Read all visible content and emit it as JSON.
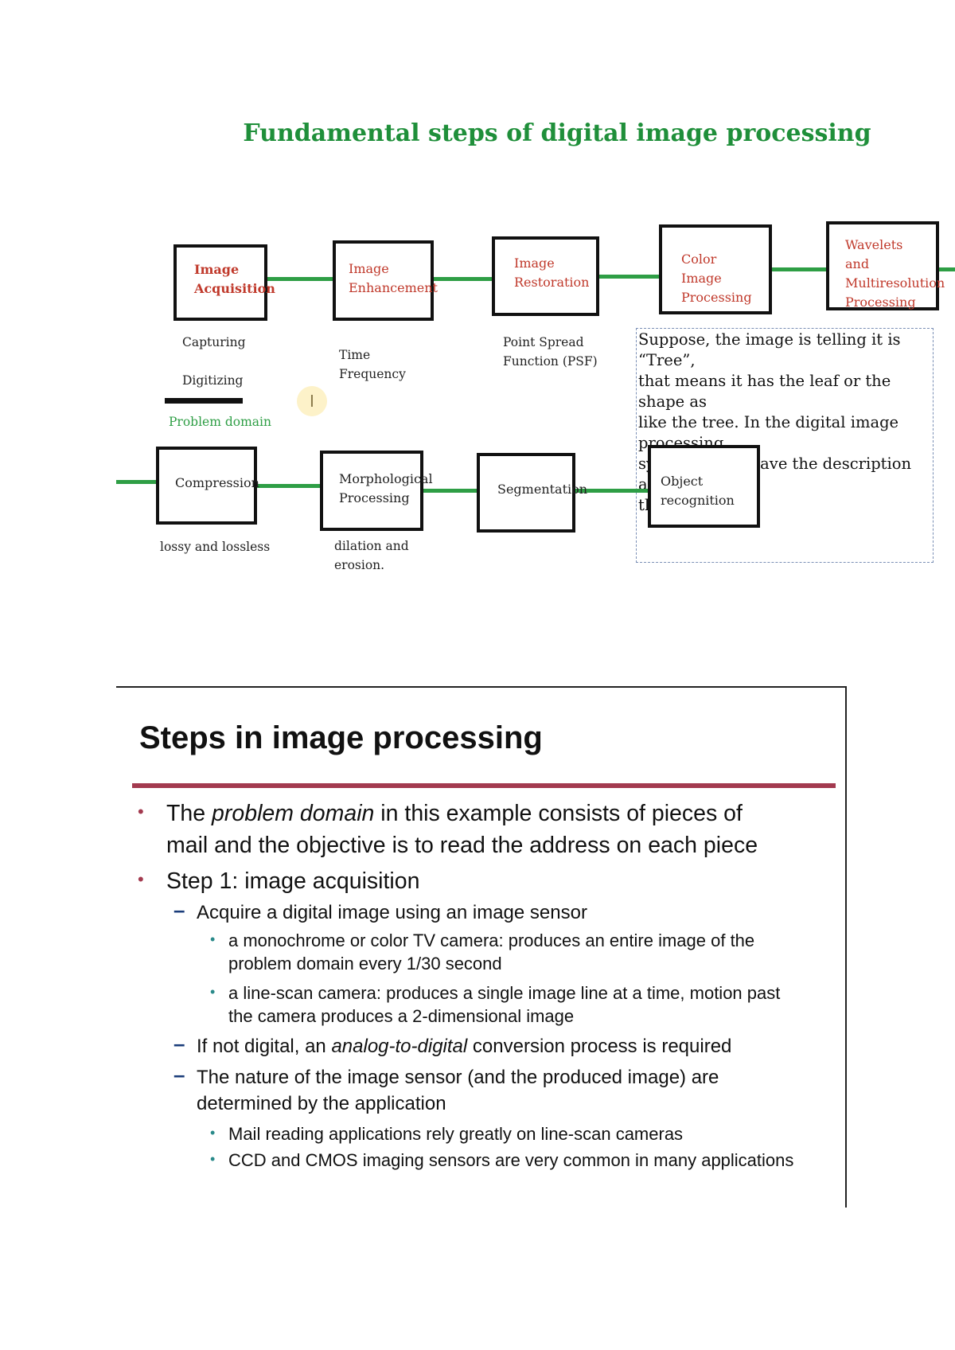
{
  "diagram": {
    "title": "Fundamental steps of digital image processing",
    "steps_row1": [
      {
        "label_line1": "Image",
        "label_line2": "Acquisition"
      },
      {
        "label_line1": "Image",
        "label_line2": "Enhancement"
      },
      {
        "label_line1": "Image",
        "label_line2": "Restoration"
      },
      {
        "label_line1": "Color Image",
        "label_line2": "Processing"
      },
      {
        "label_line1": "Wavelets and",
        "label_line2": "Multiresolution",
        "label_line3": "Processing"
      }
    ],
    "steps_row2": [
      {
        "label_line1": "Compression"
      },
      {
        "label_line1": "Morphological",
        "label_line2": "Processing"
      },
      {
        "label_line1": "Segmentation"
      },
      {
        "label_line1": "Object recognition"
      }
    ],
    "captions": {
      "capturing": "Capturing",
      "digitizing": "Digitizing",
      "problem_domain": "Problem domain",
      "time": "Time",
      "frequency": "Frequency",
      "psf_line1": "Point Spread",
      "psf_line2": "Function (PSF)",
      "lossy": "lossy and lossless",
      "dilation_line1": "dilation and",
      "dilation_line2": "erosion."
    },
    "note_lines": [
      "Suppose, the image is telling it is “Tree”,",
      "that means it has the leaf or the shape as",
      "like the tree. In the digital image processing",
      "system, it will save the description among",
      "the image."
    ],
    "cursor_glyph": "I",
    "colors": {
      "title_green": "#1f8f3a",
      "connector_green": "#2e9e45",
      "label_red": "#c0392b"
    }
  },
  "slide": {
    "title": "Steps in image processing",
    "b1_line1_pre": "The ",
    "b1_line1_em": "problem domain",
    "b1_line1_post": " in this example consists of pieces of",
    "b1_line2": "mail and the objective is to read the address on each piece",
    "b2": "Step 1: image acquisition",
    "s1": "Acquire a digital image using an image sensor",
    "s1a_line1": "a monochrome or color TV camera: produces an entire image of the",
    "s1a_line2": "problem domain every 1/30 second",
    "s1b_line1": "a line-scan camera: produces a single image line at a time, motion past",
    "s1b_line2": "the camera produces a 2-dimensional image",
    "s2_pre": "If not digital, an ",
    "s2_em": "analog-to-digital",
    "s2_post": " conversion process is required",
    "s3_line1": "The nature of the image sensor (and the produced image) are",
    "s3_line2": "determined by the application",
    "s3a": "Mail reading applications rely greatly on line-scan cameras",
    "s3b": "CCD and CMOS imaging sensors are very common in many applications",
    "colors": {
      "rule": "#a33a4f",
      "dash": "#1a3c7a",
      "small_bullet": "#2a8a8a"
    }
  }
}
